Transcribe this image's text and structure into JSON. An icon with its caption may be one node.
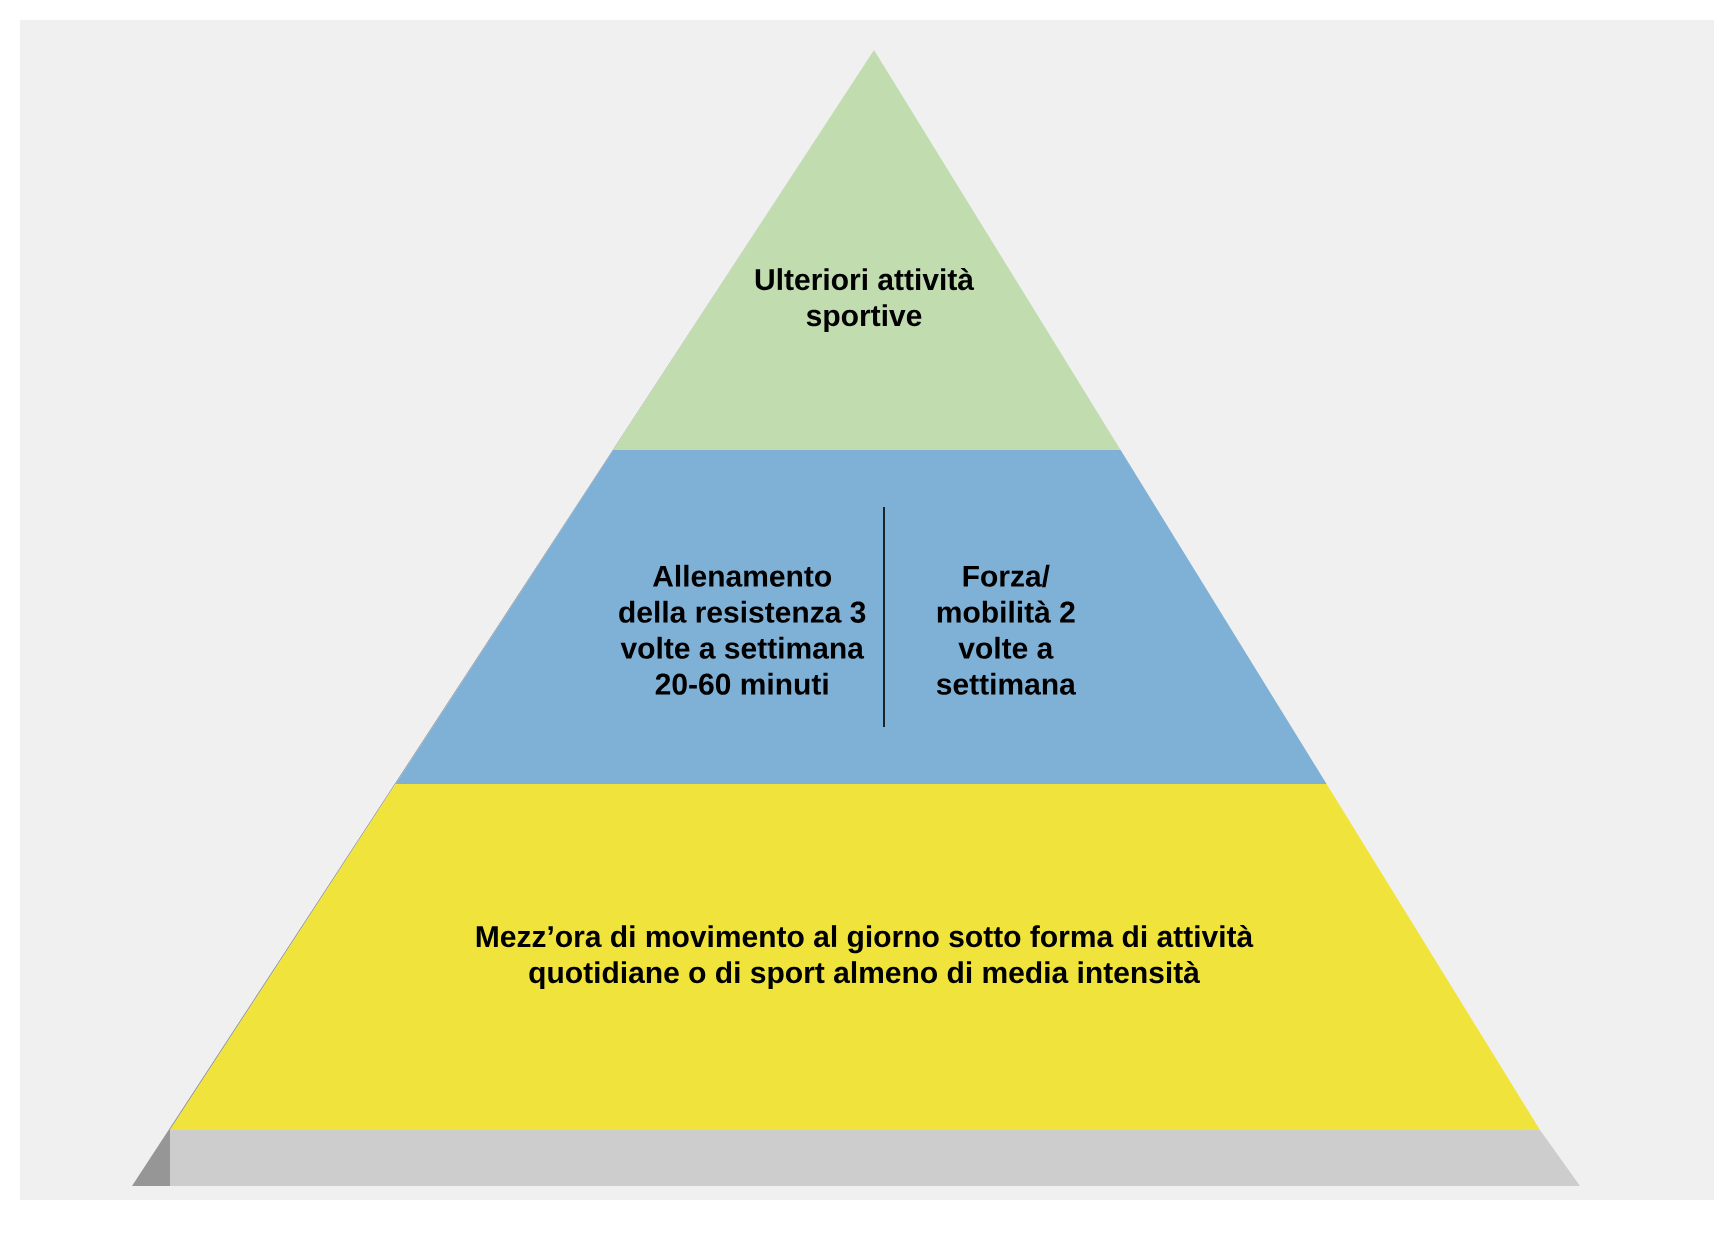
{
  "diagram": {
    "nodes": [
      {
        "text": [
          "Ulteriori attività sportive"
        ]
      },
      {
        "text": [
          "Allenamento della resistenza 3 volte a settimana 20-60 minuti",
          "Forza/ mobilità 2 volte a settimana"
        ]
      },
      {
        "text": [
          "Mezz’ora di movimento al giorno sotto forma di attività quotidiane o di sport almeno di media intensità"
        ]
      }
    ]
  }
}
